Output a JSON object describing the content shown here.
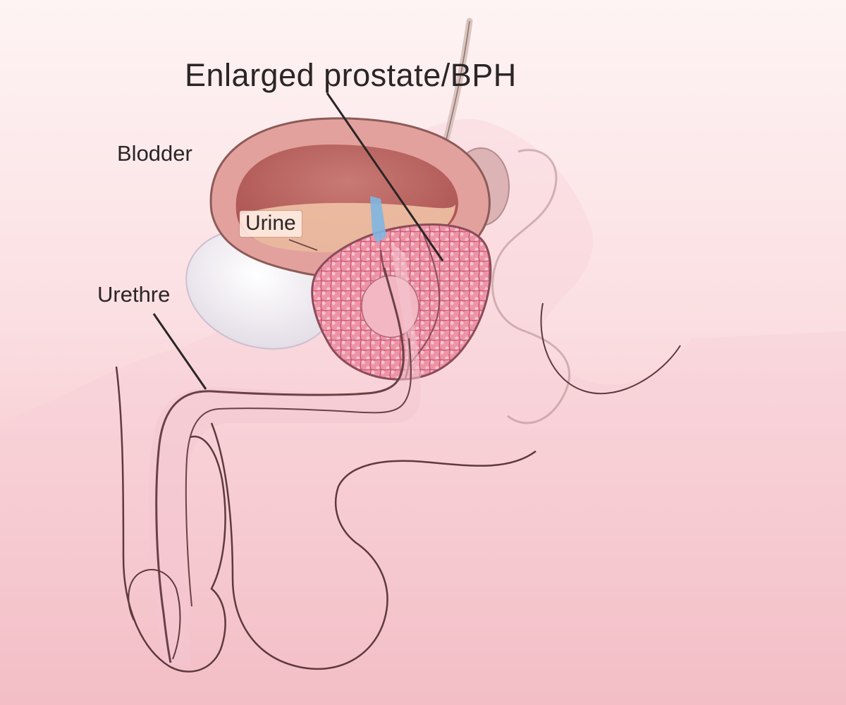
{
  "labels": {
    "title": "Enlarged prostate/BPH",
    "bladder": "Blodder",
    "urine": "Urine",
    "urethra": "Urethre"
  },
  "colors": {
    "background_top": "#fdf1f2",
    "background_bottom": "#f2b5bd",
    "bladder_wall": "#e6a39f",
    "bladder_cavity": "#b65e5d",
    "urine": "#f2c3a7",
    "prostate": "#ea8fa2",
    "prostate_texture": "#c94b6a",
    "pubic_bone": "#ece7ee",
    "urethra_tract": "#f4c7d1",
    "urine_flow": "#7fb6e2",
    "outline": "#5e3a3e",
    "leader_line": "#2b2526"
  }
}
